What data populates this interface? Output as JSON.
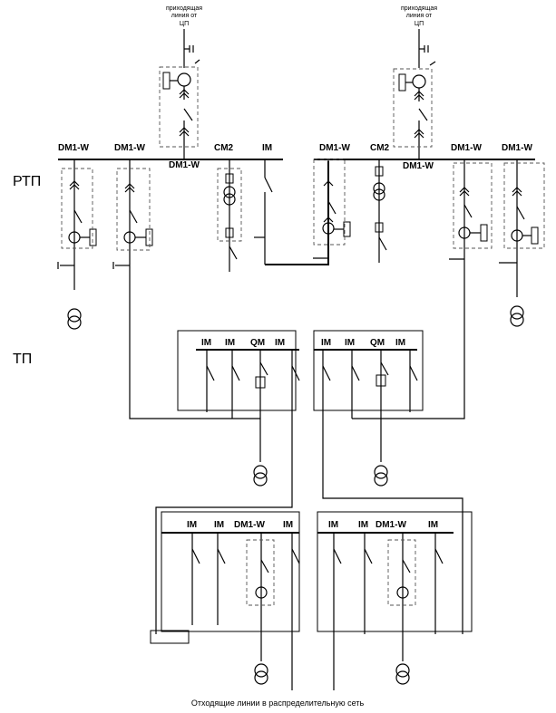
{
  "sources": {
    "left": [
      "приходящая",
      "линия от",
      "ЦП"
    ],
    "right": [
      "приходящая",
      "линия от",
      "ЦП"
    ]
  },
  "sections": {
    "rtp": "РТП",
    "tp": "ТП"
  },
  "rtp_cells": {
    "c1": "DM1-W",
    "c2": "DM1-W",
    "c3": "DM1-W",
    "c4": "CM2",
    "c5": "IM",
    "c6": "DM1-W",
    "c7": "CM2",
    "c8": "DM1-W",
    "c9": "DM1-W",
    "c10": "DM1-W"
  },
  "tp_cells": {
    "a1": "IM",
    "a2": "IM",
    "a3": "QM",
    "a4": "IM",
    "b1": "IM",
    "b2": "IM",
    "b3": "QM",
    "b4": "IM"
  },
  "tp2_cells": {
    "a1": "IM",
    "a2": "IM",
    "a3": "DM1-W",
    "a4": "IM",
    "b1": "IM",
    "b2": "IM",
    "b3": "DM1-W",
    "b4": "IM"
  },
  "footer": "Отходящие линии в распределительную сеть"
}
